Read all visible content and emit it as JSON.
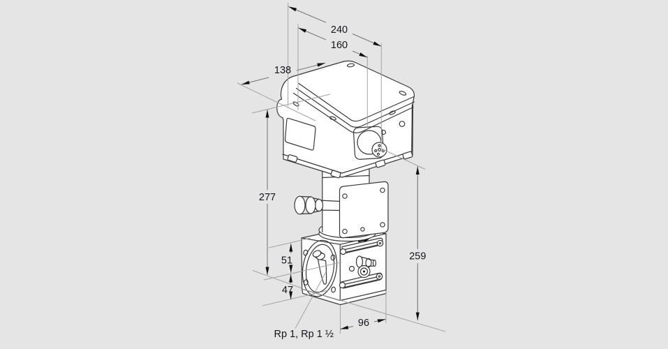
{
  "drawing": {
    "type": "isometric dimensional drawing of gas control valve with actuator",
    "background_color": "#e5e5e5",
    "object_line_color": "#383838",
    "dimension_line_color": "#6f6f6f",
    "construction_line_color": "#a3a3a3",
    "text_color": "#14141c",
    "dims": {
      "d240": "240",
      "d160": "160",
      "d138": "138",
      "d277": "277",
      "d51": "51",
      "d47": "47",
      "d259": "259",
      "d96": "96"
    },
    "labels": {
      "connection": "Rp 1, Rp 1 ½"
    }
  }
}
